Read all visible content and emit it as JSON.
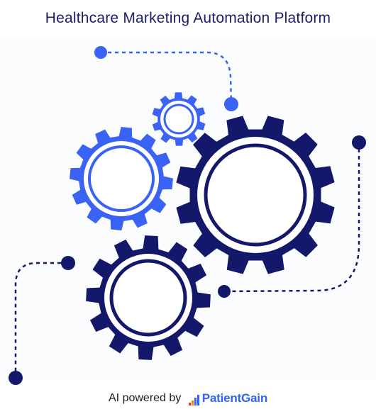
{
  "title": "Healthcare Marketing Automation Platform",
  "footer": {
    "prefix": "AI powered by",
    "brand": "PatientGain"
  },
  "colors": {
    "navy": "#13186b",
    "blue": "#3a63f5",
    "title": "#1a1f6b",
    "brand": "#2f63f0",
    "logo_bars": [
      "#e8382d",
      "#f08a24",
      "#2f63f0"
    ]
  },
  "gears": [
    {
      "name": "small-gear",
      "color": "blue"
    },
    {
      "name": "medium-gear",
      "color": "blue"
    },
    {
      "name": "large-gear",
      "color": "navy"
    },
    {
      "name": "bottom-gear",
      "color": "navy"
    }
  ]
}
